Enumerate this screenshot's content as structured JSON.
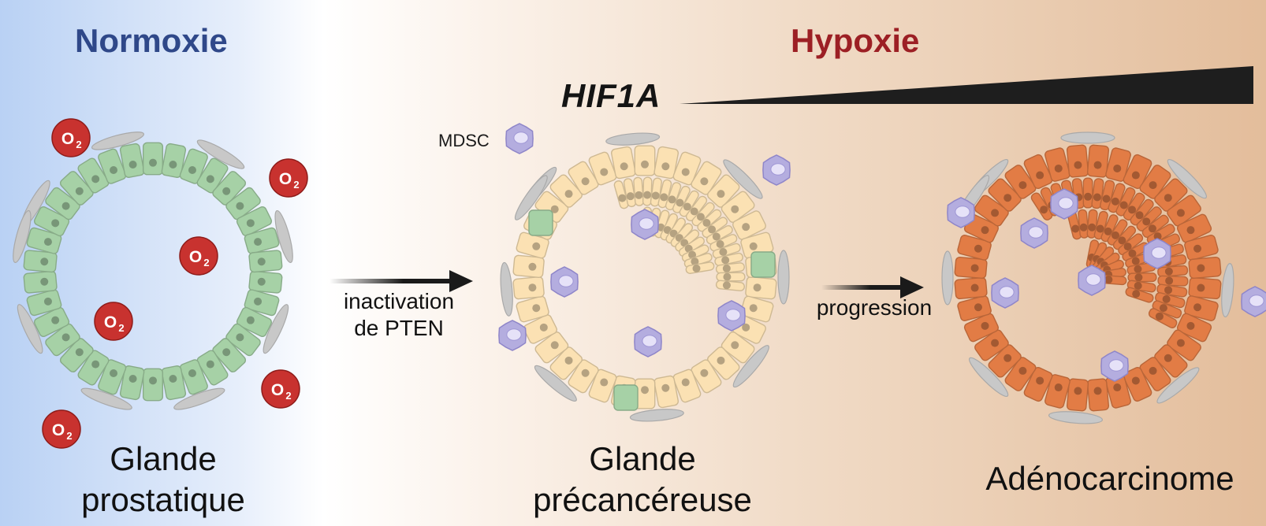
{
  "headers": {
    "normoxia": "Normoxie",
    "hypoxia": "Hypoxie",
    "gene": "HIF1A"
  },
  "legend": {
    "cell_label": "MDSC"
  },
  "oxygen": {
    "label": "O",
    "subscript": "2"
  },
  "stages": [
    {
      "line1": "Glande",
      "line2": "prostatique"
    },
    {
      "line1": "Glande",
      "line2": "précancéreuse"
    },
    {
      "line1": "Adénocarcinome"
    }
  ],
  "arrows": [
    {
      "line1": "inactivation",
      "line2": "de PTEN"
    },
    {
      "line1": "progression"
    }
  ],
  "colors": {
    "normoxia_text": "#2f4889",
    "hypoxia_text": "#9c1f24",
    "normal_cell": "#a6d1a6",
    "precancer_cell": "#fbe1b3",
    "cancer_cell": "#e27c45",
    "mdsc": "#b4addf",
    "oxygen": "#c8322f",
    "stroma": "#c8c8c8"
  }
}
